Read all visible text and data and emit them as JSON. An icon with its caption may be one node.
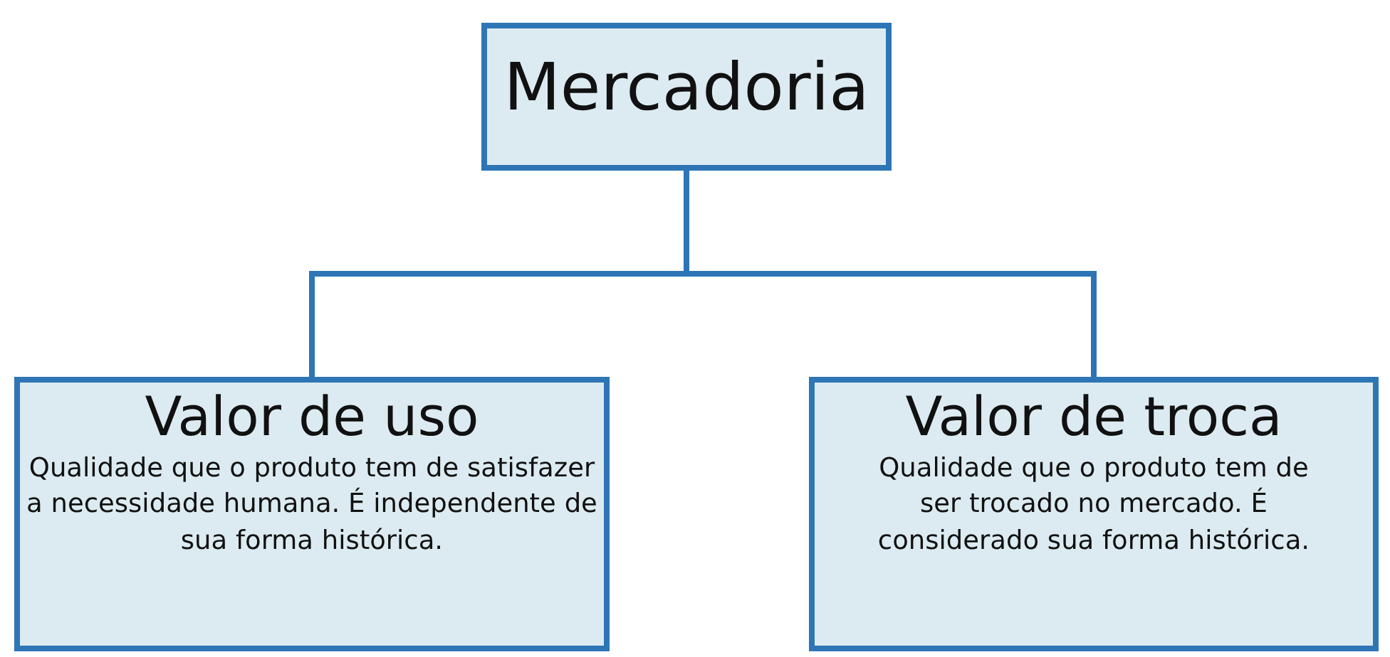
{
  "diagram": {
    "nodes": [
      {
        "text": [
          "Mercadoria"
        ]
      },
      {
        "text": [
          "Valor de uso",
          "Qualidade que o produto tem de satisfazer a necessidade humana. É independente de sua forma histórica."
        ]
      },
      {
        "text": [
          "Valor de troca",
          "Qualidade que o produto tem de ser trocado no mercado. É considerado sua forma histórica."
        ]
      }
    ],
    "edges": [
      {
        "from": 0,
        "to": 1,
        "arrow": "none"
      },
      {
        "from": 0,
        "to": 2,
        "arrow": "none"
      }
    ]
  }
}
